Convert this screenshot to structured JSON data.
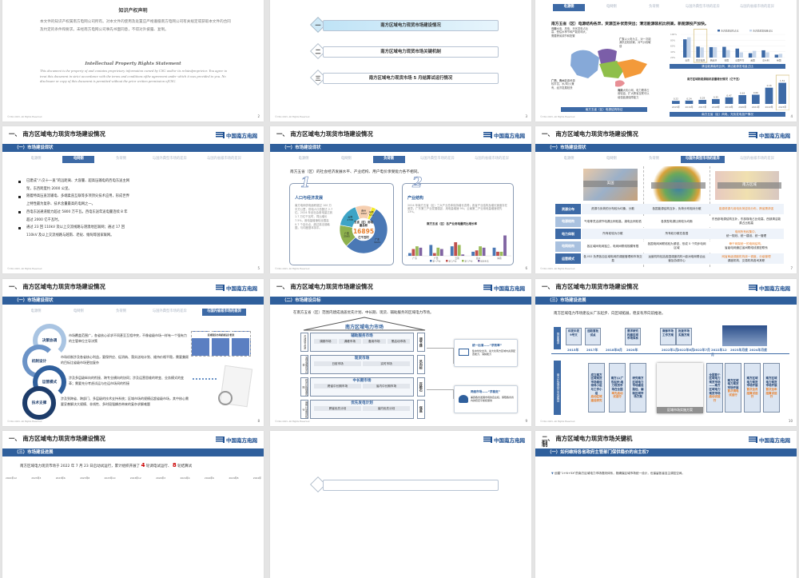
{
  "common": {
    "logo_cn": "中国南方电网",
    "logo_en": "CHINA SOUTHERN POWER GRID",
    "footer": "©CSG 2025. All Rights Reserved",
    "section1_title": "一、 南方区域电力现货市场建设情况",
    "section2_title": "二、 南方区域电力现货市场关键机制",
    "tabs": [
      "电源侧",
      "电网侧",
      "负荷侧",
      "与国外典型市场的差异",
      "与国内省级市场的差异"
    ]
  },
  "colors": {
    "brand_blue": "#2f5f9c",
    "tab_active": "#3d6aa6",
    "highlight": "#e8802d",
    "background": "#e4e4e4"
  },
  "s2": {
    "page": "2",
    "title_cn": "知识产权声明",
    "body_cn": "本文件的知识产权属南方电网公司所有。对本文件的使用及处置应严格遵循南方电网公司有关规定或获取本文件的合同及约定的条件和要求。未经南方电网公司事先书面同意，不得对外披露、复制。",
    "title_en": "Intellectual Property Rights Statement",
    "body_en": "This document is the property of and contains proprietary information owned by CSG and/or its relatedproprietor. You agree to treat this document in strict accordance with the terms and conditions ofthe agreement under which it was provided to you. No disclosure or copy of this document is permitted without the prior written permission ofCSG."
  },
  "s3": {
    "page": "3",
    "items": [
      {
        "num": "一",
        "label": "南方区域电力现货市场建设情况"
      },
      {
        "num": "二",
        "label": "南方区域电力现货市场关键机制"
      },
      {
        "num": "三",
        "label": "南方区域电力现货市场 5 月结算试运行情况"
      }
    ]
  },
  "s4": {
    "page": "4",
    "active_tab": 0,
    "headline": "南方五省（区）电源结构各异，资源互补优势突出；清洁能源装机比例高，新能源投产加快。",
    "map_notes": [
      {
        "name": "云南",
        "text": "水电、风电、光伏发电占比高，受枯水季节和产能影响大，需要跨省调节和配置"
      },
      {
        "name": "广东",
        "text": "以火电为主，对一次能源供应较依赖，对气价较敏感"
      },
      {
        "name": "广西、贵州",
        "text": "能源资源较丰富，水/风/火兼有，经济发展较快"
      },
      {
        "name": "海南",
        "text": "大机小网，电力需求占用较高，扩大跨省互联可以增强能源保障能力"
      }
    ],
    "map_caption": "南方五省（区）电源结构特征",
    "chart1": {
      "type": "bar",
      "legend": [
        "清洁能源装机占比",
        "清洁能源发电量占比"
      ],
      "categories": [
        "云南",
        "南方电网",
        "西班牙",
        "德国",
        "全国平均",
        "美国",
        "意大利",
        "英国"
      ],
      "yticks": [
        "20%",
        "40%",
        "60%",
        "80%",
        "100%"
      ],
      "ylim": [
        20,
        100
      ],
      "series": [
        {
          "name": "清洁能源装机占比",
          "values": [
            83,
            58,
            56,
            57,
            51,
            35,
            45,
            30
          ]
        },
        {
          "name": "清洁能源发电量占比",
          "values": [
            90,
            55,
            56,
            46,
            38,
            43,
            38,
            33
          ]
        }
      ],
      "caption": "清洁能源装机比例、清洁能源发电量占比"
    },
    "chart2": {
      "type": "bar",
      "title": "南方区域新能源装机容量增长情况（亿千瓦）",
      "categories": [
        "2015年",
        "2016年",
        "2017年",
        "2018年",
        "2019年",
        "2020年",
        "2021年",
        "2022年",
        "2023年"
      ],
      "values": [
        0.22,
        0.24,
        0.29,
        0.35,
        0.47,
        0.63,
        0.66,
        1.16,
        1.51
      ],
      "caption": "南方五省（区）风电、光伏发电投产情况"
    }
  },
  "s5": {
    "page": "5",
    "subtitle": "（一）市场建设现状",
    "active_tab": 1,
    "bullets": [
      "已建成“八交十一直”的远距离、大容量、超高压输电的西电东送主网架，东西跨度约 2000 公里。",
      "随着特高压直流输电、多端柔直互联等多项顶尖技术应用，形成世界上特性最为复杂、技术含量最高的电网之一。",
      "西电东送通道能力超过 5800 万千瓦，西电东送年送电量连续 8 年超过 2000 亿千瓦时。",
      "通过 23 回 110kV 及以上交流线路与港澳地区联网；通过 17 回 110kV 及以上交流线路与越南、老挝、缅甸等国家联网。"
    ]
  },
  "s6": {
    "page": "6",
    "subtitle": "（一）市场建设现状",
    "active_tab": 2,
    "intro": "南方五省（区）的社会经济发展水平、产业结构、用户电价承受能力各不相同。",
    "card1": {
      "num": "1",
      "title": "人口与经济发展",
      "text": "南方电网供电面积超过 100 万平方公里，供电人口总数达 2.7 亿。2024 年全社会用电量达到 1.7 万亿千瓦时，同比增长 7.5%，用电量增速较全国高 0.7 个百分点，超过英法德韩国，与印度基本持平。",
      "donut": {
        "type": "pie",
        "center_label": "五省（区）用电量总和",
        "total": "16895",
        "unit": "亿千瓦时",
        "slices": [
          {
            "name": "广东",
            "value": 9121,
            "color": "#4a78b5"
          },
          {
            "name": "广西",
            "value": 2565,
            "color": "#8db04d"
          },
          {
            "name": "云南",
            "value": 2788,
            "color": "#3ea4c6"
          },
          {
            "name": "贵州",
            "value": 1902,
            "color": "#f6cfb0"
          },
          {
            "name": "海南",
            "value": 519,
            "color": "#f3ea2a"
          }
        ]
      }
    },
    "card2": {
      "num": "2",
      "title": "产业结构",
      "text": "2024 年南方五省（区）三大产业总体保持增长态势；各省产业结构及增长速度存在差异。广东第三产业发展强劲，用电量增速 9%；云南第二产业用电量增速领先 13%。",
      "chart": {
        "type": "bar",
        "title": "南方五省（区）各产业用电量同比增长率",
        "categories": [
          "广东",
          "广西",
          "云南",
          "贵州",
          "海南"
        ],
        "series": [
          {
            "name": "第一产业",
            "color": "#4a78b5",
            "values": [
              2,
              8,
              7,
              3,
              6
            ]
          },
          {
            "name": "第二产业",
            "color": "#c0504d",
            "values": [
              5,
              2,
              10,
              4,
              3
            ]
          },
          {
            "name": "第三产业",
            "color": "#9bbb59",
            "values": [
              7,
              6,
              8,
              7,
              3
            ]
          },
          {
            "name": "居民生活",
            "color": "#8064a2",
            "values": [
              6,
              5,
              1,
              6,
              15
            ]
          }
        ]
      }
    }
  },
  "s7": {
    "page": "7",
    "subtitle": "（一）市场建设现状",
    "active_tab": 3,
    "regions": [
      "美国",
      "",
      "南方区域"
    ],
    "rows": [
      "资源分布",
      "电源结构",
      "电力体制",
      "电网结构",
      "运营模式"
    ],
    "us": [
      "资源与负荷的分布较为均衡、分散",
      "气电等灵活调节电源比例较高，煤电比例较低",
      "所有权较为分散",
      "各区域间电网独立，电网间联络规模有限",
      "各 ISO 负责各自区域电网的调度管理和市场交易"
    ],
    "eu": [
      "各国能源结构互补，负荷分布相对分散",
      "各类型电源比例较为均衡",
      "所有权分散在各国",
      "各国电网间联络较为紧密，形成 5 个同步电网区域",
      "运营机构包括各国调度机构+欧洲电网联合运营及协调中心"
    ],
    "csg_hl": [
      "能源资源与用电负荷逆向分布，跨省需求强",
      "",
      "电网所有权集中，",
      "骨干网架统一的电网结构，",
      "网省两级调度机构统一调度、分级管理"
    ],
    "csg": [
      "",
      "东西部电源结构互补，东部煤电占比较高，西部清洁能源占比较高",
      "统一规划、统一建设、统一管理",
      "省级电网通过省间联络线紧密联系",
      "调度机构、交易机构各司其职"
    ]
  },
  "s8": {
    "page": "8",
    "subtitle": "（一）市场建设现状",
    "active_tab": 4,
    "items": [
      {
        "label": "决策协调",
        "text": "市场覆盖范围广，各省核心诉求不同甚至互相冲突，不像省级市场一样有一个强有力的主管单位主导决策"
      },
      {
        "label": "机制设计",
        "text": "市场机制涉及各省核心利益，要保供应、促消纳、落实送电计划、维持价格平稳，需要兼顾的目标比省级市场更加复杂"
      },
      {
        "label": "运营模式",
        "text": "涉及多层级纵向的衔接、跨专业横向的协同；涉及运营思维的转变、业务模式的变革；需要充分考虑试运与在运市场间的衔接"
      },
      {
        "label": "技术支撑",
        "text": "涉及到跨省、跨部门、多层级的技术支持系统；区域市场的规模远超省级市场，其中核心需要妥善解决大规模、非线性、多时段强耦合带来的复杂求解难题"
      }
    ],
    "diagram_title": "区域现货市场机制设计框架"
  },
  "s9": {
    "page": "9",
    "subtitle": "（二）市场建设目标",
    "intro": "在南方五省（区）范围内建成涵盖优先计划、中长期、现货、辅助服务的区域电力市场。",
    "roof": "南方区域电力市场",
    "layers": [
      {
        "title": "辅助服务市场",
        "subs": [
          "调频市场",
          "调峰市场",
          "备用市场",
          "黑启动市场"
        ],
        "left": "灵活调节资源",
        "right": "调节器"
      },
      {
        "title": "现货市场",
        "subs": [
          "日前市场",
          "实时市场"
        ],
        "left": "发现电能时空价值",
        "right": "风向标"
      },
      {
        "title": "中长期市场",
        "subs": [
          "跨省中长期市场",
          "省内中长期市场"
        ],
        "left": "稳定价格规避风险",
        "right": "压舱石"
      },
      {
        "title": "优先发电计划",
        "subs": [
          "跨省优先计划",
          "省内优先计划"
        ],
        "left": "保障计划刚性执行",
        "right": "保底"
      }
    ],
    "side": [
      {
        "title": "统一出清——“求效率”",
        "text": "集中优化出清，最大化南方区域内资源配置能力、消纳能力"
      },
      {
        "title": "两级市场——“求稳定”",
        "text": "兼顾各省发展市场的自主权，保障各省省内的稳定平衡和保供"
      }
    ]
  },
  "s11": {
    "page": "10",
    "subtitle": "（三）市场建设进展",
    "intro": "南方区域电力市场建设从广东起步、向区域拓展，稳妥有序向前推进。",
    "lane_top": "国家要求",
    "lane_bottom": "南方区域现货市场建设",
    "top_boxes": [
      "印发中发9号文",
      "选取首批试点",
      "要求研究构建区域市场体系",
      "南部市场工作方案",
      "批复市场实施方案"
    ],
    "dates": [
      "2015年",
      "2017年",
      "2018年8月",
      "2020年",
      "2022年1月",
      "2022年6月",
      "2022年7月",
      "2022年12月",
      "2023年月底",
      "2024年月底"
    ],
    "bottom_boxes": [
      {
        "text": "成立南方区域现货市场建设领导小组与工作小组",
        "hl": "启动区域建设研究"
      },
      {
        "text": "南方(以广东起步)电力现货市场在全国",
        "hl": "率先启动试运行"
      },
      {
        "text": "研究南方区域电力市场建设路径，编制区域市场方案",
        "hl": ""
      },
      {
        "text": "全国首个区域电力现货市场——南方区域电力现货市场",
        "hl": "启动试运行"
      },
      {
        "text": "南方区域电力现货市场开展",
        "hl": "首次调电试运行"
      },
      {
        "text": "南方区域电力现货市场开展",
        "hl": "首次全月结算试运行"
      },
      {
        "text": "南方区域电力现货市场开展",
        "hl": "首次全年结算试运行"
      }
    ],
    "doc_caption": "区域市场实施方案"
  },
  "s10b": {
    "subtitle": "（三）市场建设进展",
    "intro_a": "南方区域电力现货市场于 2022 年 7 月 23 日启动试运行，累计组织开展了",
    "n1": "4",
    "intro_b": "轮调电试运行、",
    "n2": "8",
    "intro_c": "轮结算试",
    "dates": [
      "2022年12",
      "2023年3",
      "2023年6",
      "2023年8",
      "2023年10",
      "2023年12",
      "2024年3",
      "2024年4",
      "2024年6",
      "2024年8",
      "2024年"
    ]
  },
  "s13": {
    "subtitle": "（一）如何维持各省政府主管部门保供稳价的自主权?",
    "bullet": "创建“1+N+5X”的南方区域电力市场规则体系，既确保区域市场统一设计，也保留各省自主调控空间。"
  }
}
